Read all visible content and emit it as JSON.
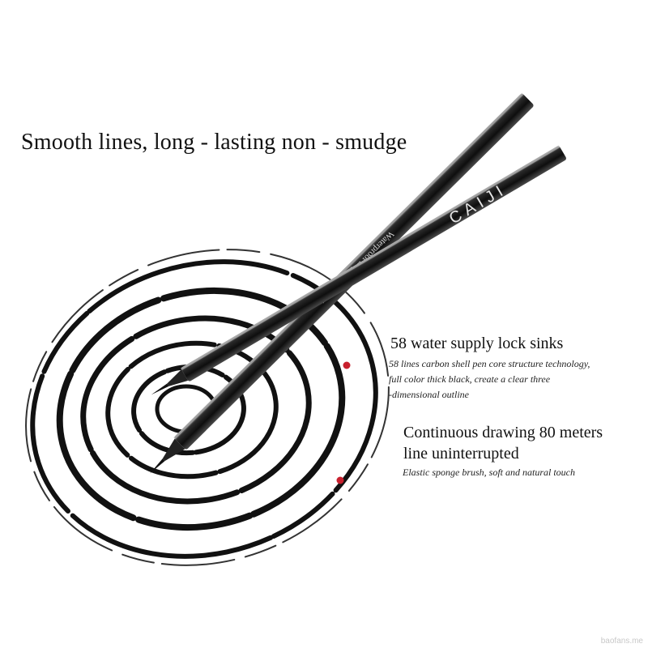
{
  "headline": "Smooth lines, long - lasting non - smudge",
  "features": [
    {
      "title": "58 water supply lock sinks",
      "description_lines": [
        "58 lines carbon shell pen core structure technology,",
        " full color thick black, create a clear three",
        "-dimensional outline"
      ]
    },
    {
      "title_lines": [
        "Continuous drawing 80 meters",
        " line uninterrupted"
      ],
      "description": "Elastic sponge brush, soft and natural touch"
    }
  ],
  "pen_back": {
    "imprint": "Waterproof Liquid Eyeliner"
  },
  "pen_front": {
    "brand": "CAIJI"
  },
  "watermark": "baofans.me",
  "colors": {
    "ink": "#111111",
    "pen_body": "#1c1c1c",
    "pen_highlight": "#8a8a8a",
    "marker_dot": "#c8202e"
  }
}
